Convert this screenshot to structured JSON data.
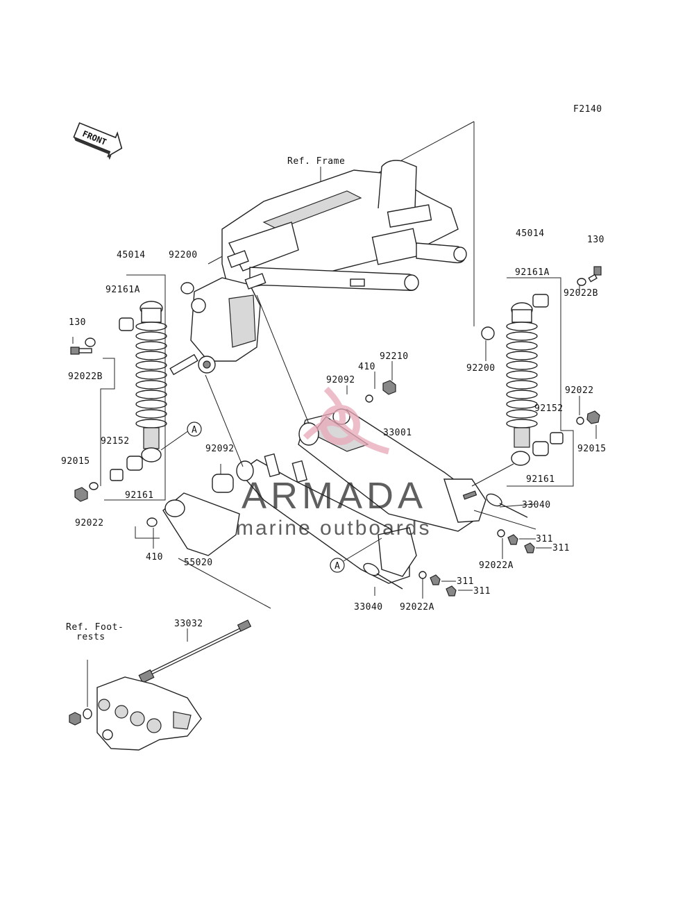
{
  "diagram_code": "F2140",
  "front_arrow": {
    "text": "FRONT",
    "icon": "front-arrow-icon"
  },
  "refs": {
    "frame": "Ref. Frame",
    "footrests_line1": "Ref. Foot-",
    "footrests_line2": "rests"
  },
  "callouts": {
    "a1": "A",
    "a2": "A"
  },
  "watermark": {
    "brand": "ARMADA",
    "tagline": "marine outboards",
    "logo_color": "#e8a9b8"
  },
  "labels": {
    "p45014_left": "45014",
    "p92200_left": "92200",
    "p92161A_left": "92161A",
    "p130_left": "130",
    "p92022B_left": "92022B",
    "p92152_left": "92152",
    "p92015_left": "92015",
    "p92161_left": "92161",
    "p92022_left": "92022",
    "p92092_left": "92092",
    "p410_left": "410",
    "p55020": "55020",
    "p33032": "33032",
    "p92092_center": "92092",
    "p410_center": "410",
    "p92210": "92210",
    "p33001": "33001",
    "p33040_right": "33040",
    "p311_a": "311",
    "p311_b": "311",
    "p92022A_right": "92022A",
    "p33040_bottom": "33040",
    "p92022A_bottom": "92022A",
    "p311_c": "311",
    "p311_d": "311",
    "p45014_right": "45014",
    "p130_right": "130",
    "p92161A_right": "92161A",
    "p92022B_right": "92022B",
    "p92200_right": "92200",
    "p92022_right": "92022",
    "p92152_right": "92152",
    "p92015_right": "92015",
    "p92161_right": "92161"
  }
}
